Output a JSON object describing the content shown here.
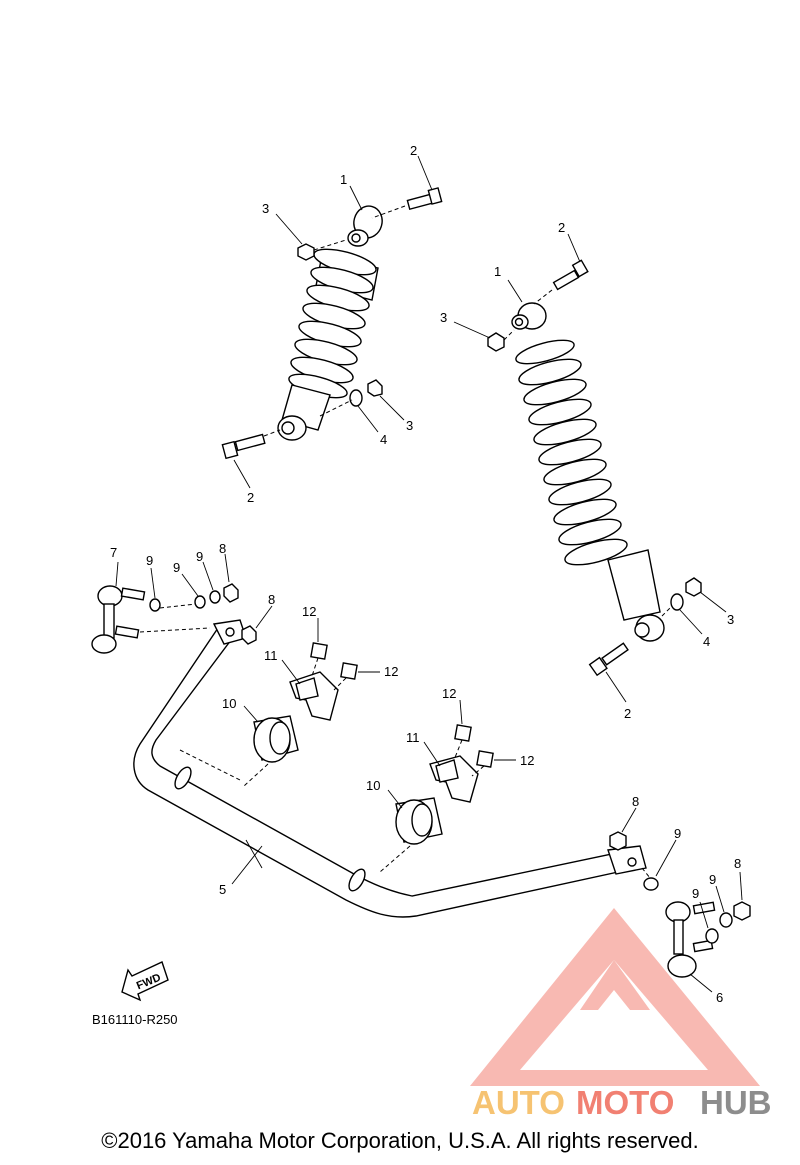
{
  "callouts": {
    "upper_shock_1": "1",
    "upper_shock_2_top": "2",
    "upper_shock_3_top": "3",
    "upper_shock_3_side": "3",
    "upper_shock_4": "4",
    "upper_shock_2_bottom": "2",
    "lower_shock_1": "1",
    "lower_shock_2_top": "2",
    "lower_shock_3_top": "3",
    "lower_shock_3_side": "3",
    "lower_shock_4": "4",
    "lower_shock_2_bottom": "2",
    "left_link_7": "7",
    "left_washer_9a": "9",
    "left_washer_9b": "9",
    "left_washer_9c": "9",
    "left_nut_8a": "8",
    "left_nut_8b": "8",
    "bracket_12a": "12",
    "bracket_11a": "11",
    "bracket_12b": "12",
    "bushing_10a": "10",
    "bracket_12c": "12",
    "bracket_11b": "11",
    "bracket_12d": "12",
    "bushing_10b": "10",
    "stabilizer_5": "5",
    "right_nut_8a": "8",
    "right_washer_9a": "9",
    "right_washer_9b": "9",
    "right_washer_9c": "9",
    "right_nut_8b": "8",
    "right_link_6": "6"
  },
  "fwd_label": "FWD",
  "reference_code": "B161110-R250",
  "copyright": "©2016 Yamaha Motor Corporation, U.S.A. All rights reserved.",
  "watermark": {
    "text_auto": "AUTO",
    "text_moto": "MOTO",
    "text_hub": "HUB",
    "color_orange": "#f5b95a",
    "color_red": "#ef6a5a",
    "color_gray": "#7a7a7a"
  }
}
